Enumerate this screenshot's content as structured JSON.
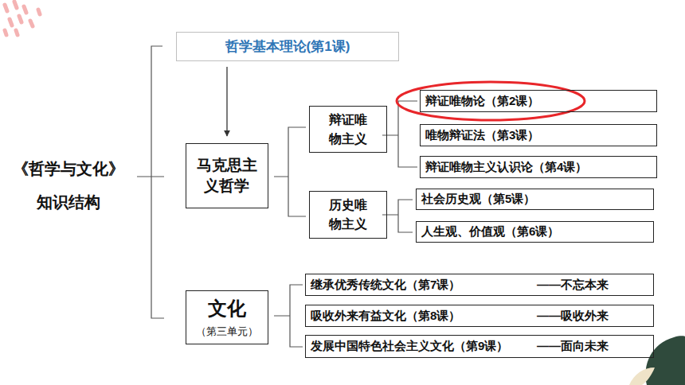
{
  "diagram": {
    "title": "《哲学与文化》 知识结构",
    "nodes": [
      {
        "text": [
          "哲学基本理论(第1课)"
        ]
      },
      {
        "text": [
          "马克思主义哲学"
        ]
      },
      {
        "text": [
          "辩证唯物主义"
        ]
      },
      {
        "text": [
          "辩证唯物论（第2课）"
        ]
      },
      {
        "text": [
          "唯物辩证法（第3课）"
        ]
      },
      {
        "text": [
          "辩证唯物主义认识论（第4课）"
        ]
      },
      {
        "text": [
          "历史唯物主义"
        ]
      },
      {
        "text": [
          "社会历史观（第5课）"
        ]
      },
      {
        "text": [
          "人生观、价值观（第6课）"
        ]
      },
      {
        "text": [
          "文化",
          "（第三单元）"
        ]
      },
      {
        "text": [
          "继承优秀传统文化（第7课）",
          "——不忘本来"
        ]
      },
      {
        "text": [
          "吸收外来有益文化（第8课）",
          "——吸收外来"
        ]
      },
      {
        "text": [
          "发展中国特色社会主义文化（第9课）",
          "——面向未来"
        ]
      }
    ],
    "edges": [
      {
        "from": 0,
        "to": 1,
        "arrow": "to"
      }
    ]
  }
}
